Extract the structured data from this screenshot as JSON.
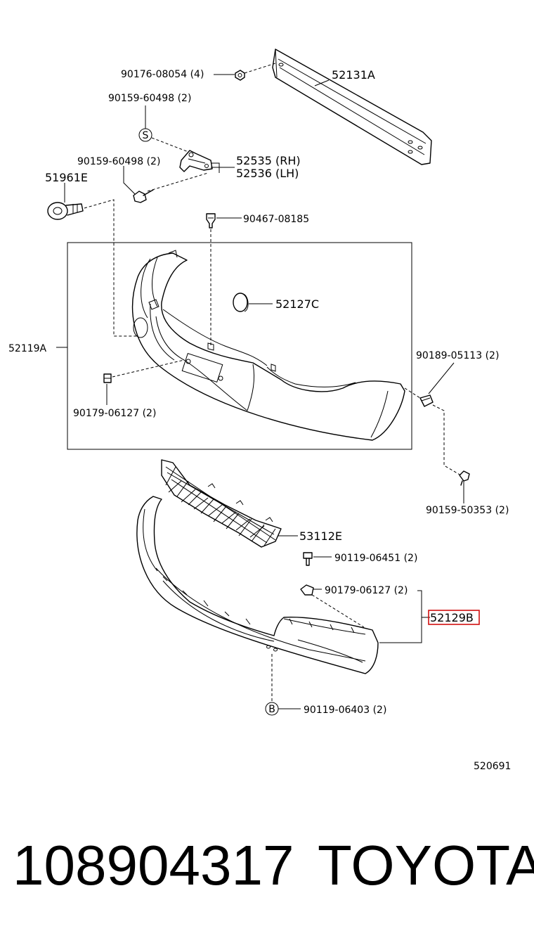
{
  "diagram": {
    "labels": {
      "p90176": "90176-08054 (4)",
      "p52131a": "52131A",
      "p90159a": "90159-60498 (2)",
      "s_marker": "S",
      "p90159b": "90159-60498 (2)",
      "p52535": "52535 (RH)",
      "p52536": "52536 (LH)",
      "p51961e": "51961E",
      "p90467": "90467-08185",
      "p52127c": "52127C",
      "p52119a": "52119A",
      "p90189": "90189-05113 (2)",
      "p90179a": "90179-06127 (2)",
      "p90159c": "90159-50353 (2)",
      "p53112e": "53112E",
      "p90119a": "90119-06451 (2)",
      "p90179b": "90179-06127 (2)",
      "p52129b": "52129B",
      "b_marker": "B",
      "p90119b": "90119-06403 (2)",
      "ref": "520691"
    },
    "highlight_color": "#d01010"
  },
  "footer": {
    "number": "108904317",
    "brand": "TOYOTA"
  }
}
